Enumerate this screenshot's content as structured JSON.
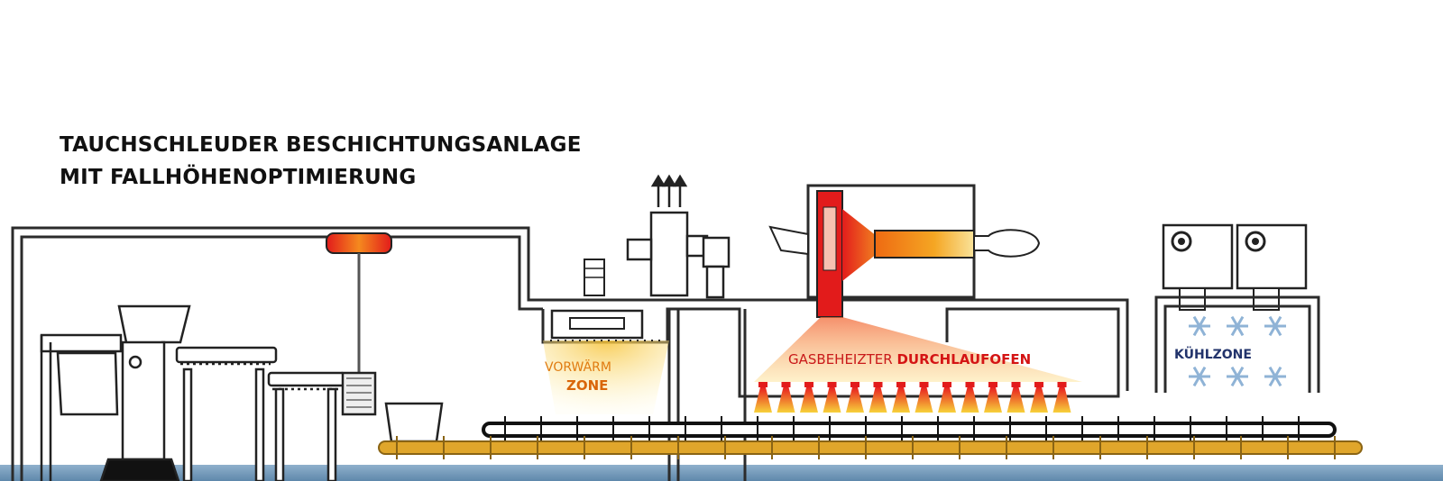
{
  "title": {
    "line1": "TAUCHSCHLEUDER BESCHICHTUNGSANLAGE",
    "line2": "MIT FALLHÖHENOPTIMIERUNG"
  },
  "zones": {
    "preheat_line1": "VORWÄRM",
    "preheat_line2": "ZONE",
    "oven_prefix": "GASBEHEIZTER",
    "oven_main": "DURCHLAUFOFEN",
    "cooling": "KÜHLZONE"
  },
  "colors": {
    "frame": "#2b2b2b",
    "heat_red": "#e21b1b",
    "heat_orange": "#f28a1e",
    "glow_yellow": "#f7d23a",
    "conveyor_gold": "#e0a62b",
    "floor_blue": "#6b93b5",
    "cooling_blue": "#8fb3d6"
  },
  "icons": [
    "exhaust-arrows-icon",
    "snowflake-icon",
    "burner-nozzle-icon"
  ]
}
